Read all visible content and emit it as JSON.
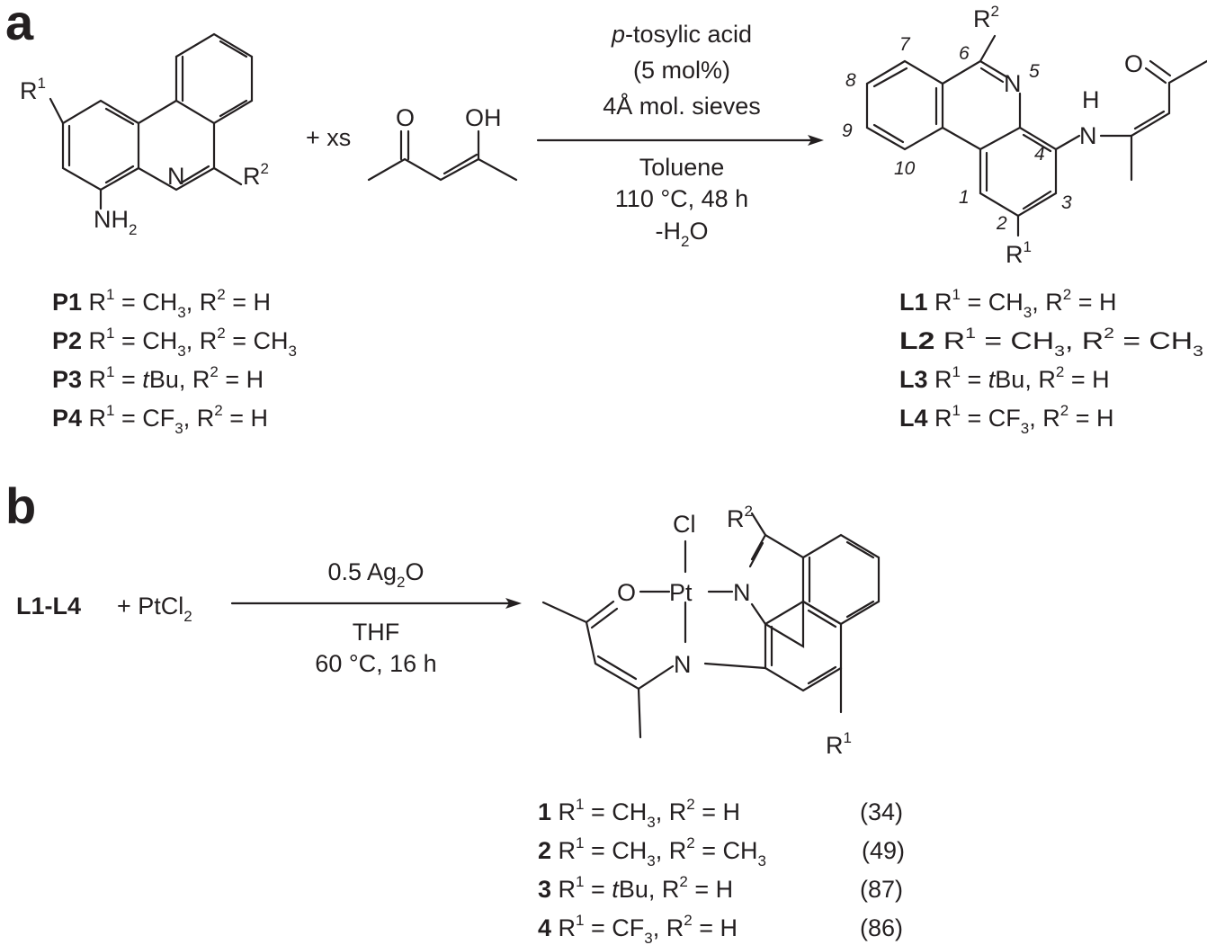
{
  "panels": {
    "a": "a",
    "b": "b"
  },
  "atoms": {
    "N": "N",
    "H": "H",
    "O": "O",
    "OH": "OH",
    "NH": "NH",
    "Cl": "Cl",
    "Pt": "Pt",
    "R": "R",
    "sup1": "1",
    "sup2": "2",
    "sub2": "2"
  },
  "part_a": {
    "plus_xs": "+ xs",
    "conditions_above": {
      "line1_italic": "p",
      "line1_rest": "-tosylic acid",
      "line2": "(5 mol%)",
      "line3": "4Å mol. sieves"
    },
    "conditions_below": {
      "line1": "Toluene",
      "line2": "110 °C, 48 h",
      "line3_pre": "-H",
      "line3_sub": "2",
      "line3_post": "O"
    },
    "numbering": [
      "1",
      "2",
      "3",
      "4",
      "5",
      "6",
      "7",
      "8",
      "9",
      "10"
    ],
    "starting_materials": [
      {
        "label": "P1",
        "r1": "CH",
        "r1_sub": "3",
        "r2": "H",
        "r2_sub": ""
      },
      {
        "label": "P2",
        "r1": "CH",
        "r1_sub": "3",
        "r2": "CH",
        "r2_sub": "3"
      },
      {
        "label": "P3",
        "r1_italic": "t",
        "r1": "Bu",
        "r1_sub": "",
        "r2": "H",
        "r2_sub": ""
      },
      {
        "label": "P4",
        "r1": "CF",
        "r1_sub": "3",
        "r2": "H",
        "r2_sub": ""
      }
    ],
    "products": [
      {
        "label": "L1",
        "r1": "CH",
        "r1_sub": "3",
        "r2": "H",
        "r2_sub": ""
      },
      {
        "label": "L2",
        "r1": "CH",
        "r1_sub": "3",
        "r2": "CH",
        "r2_sub": "3"
      },
      {
        "label": "L3",
        "r1_italic": "t",
        "r1": "Bu",
        "r1_sub": "",
        "r2": "H",
        "r2_sub": ""
      },
      {
        "label": "L4",
        "r1": "CF",
        "r1_sub": "3",
        "r2": "H",
        "r2_sub": ""
      }
    ]
  },
  "part_b": {
    "reactant_label": "L1-L4",
    "plus_reagent_pre": "+ PtCl",
    "plus_reagent_sub": "2",
    "conditions_above_pre": "0.5 Ag",
    "conditions_above_sub": "2",
    "conditions_above_post": "O",
    "conditions_below": {
      "line1": "THF",
      "line2": "60 °C, 16 h"
    },
    "complexes": [
      {
        "label": "1",
        "r1": "CH",
        "r1_sub": "3",
        "r2": "H",
        "r2_sub": "",
        "yield": "(34)"
      },
      {
        "label": "2",
        "r1": "CH",
        "r1_sub": "3",
        "r2": "CH",
        "r2_sub": "3",
        "yield": "(49)"
      },
      {
        "label": "3",
        "r1_italic": "t",
        "r1": "Bu",
        "r1_sub": "",
        "r2": "H",
        "r2_sub": "",
        "yield": "(87)"
      },
      {
        "label": "4",
        "r1": "CF",
        "r1_sub": "3",
        "r2": "H",
        "r2_sub": "",
        "yield": "(86)"
      }
    ]
  }
}
